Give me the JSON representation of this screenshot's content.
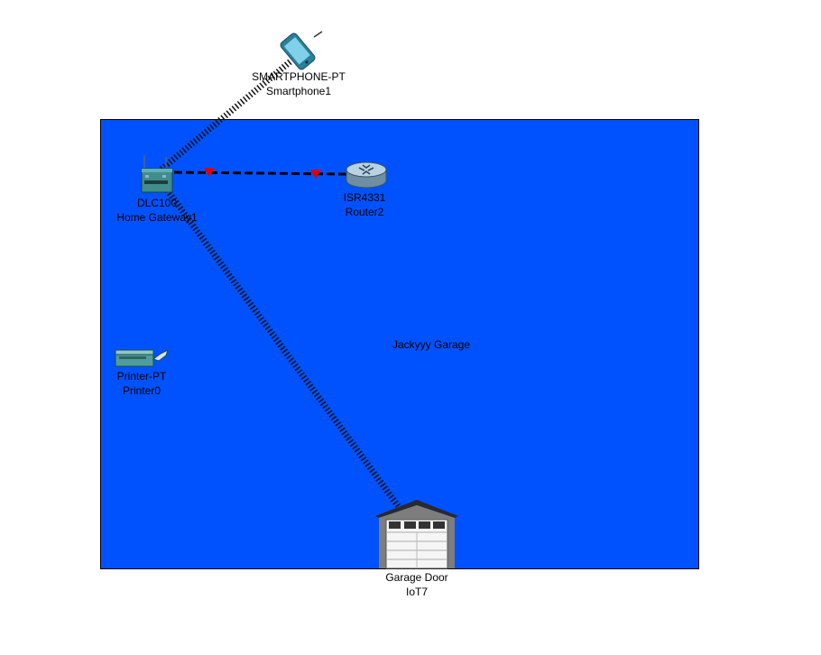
{
  "area": {
    "label": "Jackyyy Garage",
    "fill_color": "#0052ff"
  },
  "devices": [
    {
      "id": "smartphone",
      "model": "SMARTPHONE-PT",
      "name": "Smartphone1",
      "icon": "smartphone-icon"
    },
    {
      "id": "gateway",
      "model": "DLC100",
      "name": "Home Gateway1",
      "icon": "home-gateway-icon"
    },
    {
      "id": "router",
      "model": "ISR4331",
      "name": "Router2",
      "icon": "router-icon"
    },
    {
      "id": "printer",
      "model": "Printer-PT",
      "name": "Printer0",
      "icon": "printer-icon"
    },
    {
      "id": "garage",
      "model": "Garage Door",
      "name": "IoT7",
      "icon": "garage-door-icon"
    }
  ],
  "links": [
    {
      "from": "Smartphone1",
      "to": "Home Gateway1",
      "type": "wireless"
    },
    {
      "from": "Home Gateway1",
      "to": "IoT7",
      "type": "wireless"
    },
    {
      "from": "Home Gateway1",
      "to": "Router2",
      "type": "copper-straight-through",
      "status": "down",
      "status_color": "#e00000"
    }
  ]
}
